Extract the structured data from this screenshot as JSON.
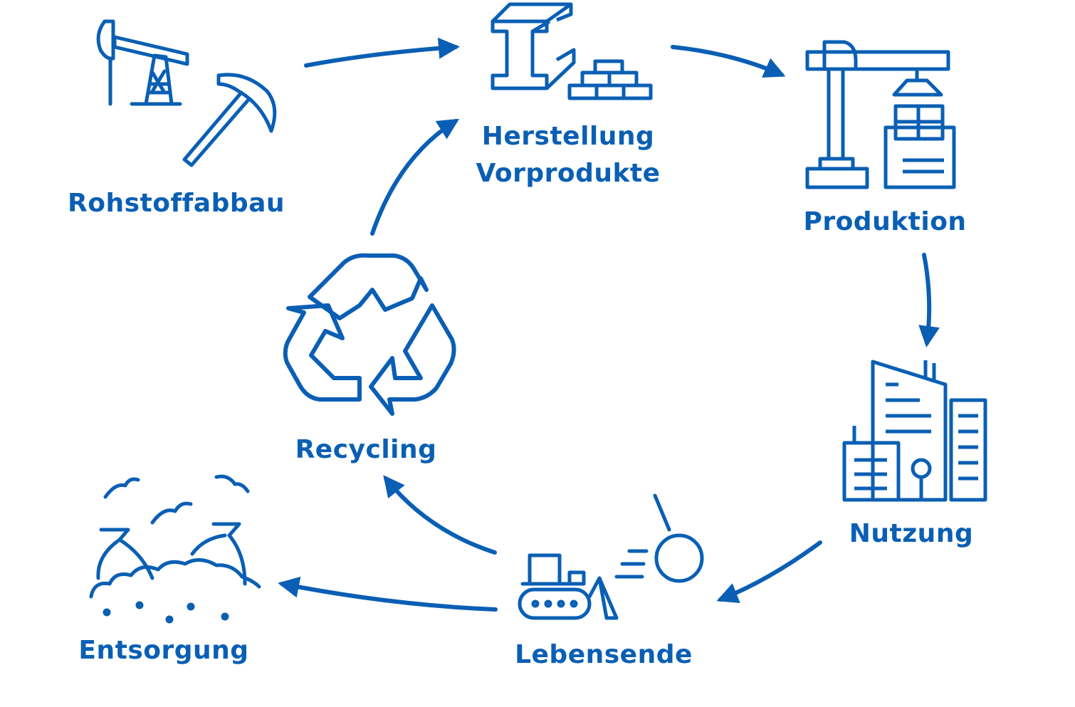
{
  "colors": {
    "primary": "#0a5fb4",
    "background": "#ffffff"
  },
  "stages": [
    {
      "id": "rohstoffabbau",
      "lines": [
        "Rohstoffabbau"
      ],
      "icon": "oil-pump-pickaxe-icon"
    },
    {
      "id": "herstellung",
      "lines": [
        "Herstellung",
        "Vorprodukte"
      ],
      "icon": "steel-beam-bricks-icon"
    },
    {
      "id": "produktion",
      "lines": [
        "Produktion"
      ],
      "icon": "crane-building-icon"
    },
    {
      "id": "nutzung",
      "lines": [
        "Nutzung"
      ],
      "icon": "city-buildings-icon"
    },
    {
      "id": "lebensende",
      "lines": [
        "Lebensende"
      ],
      "icon": "bulldozer-wrecking-ball-icon"
    },
    {
      "id": "entsorgung",
      "lines": [
        "Entsorgung"
      ],
      "icon": "landfill-icon"
    },
    {
      "id": "recycling",
      "lines": [
        "Recycling"
      ],
      "icon": "recycling-icon"
    }
  ],
  "flows": [
    {
      "from": "rohstoffabbau",
      "to": "herstellung"
    },
    {
      "from": "herstellung",
      "to": "produktion"
    },
    {
      "from": "produktion",
      "to": "nutzung"
    },
    {
      "from": "nutzung",
      "to": "lebensende"
    },
    {
      "from": "lebensende",
      "to": "entsorgung"
    },
    {
      "from": "lebensende",
      "to": "recycling"
    },
    {
      "from": "recycling",
      "to": "herstellung"
    }
  ]
}
